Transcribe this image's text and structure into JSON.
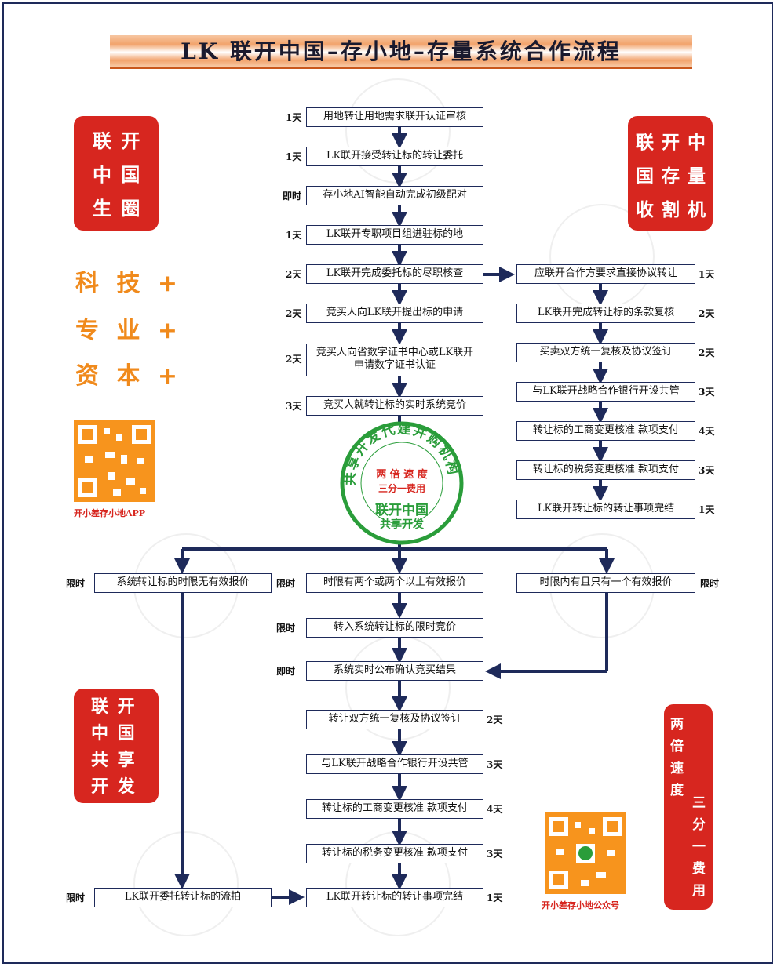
{
  "title": "LK 联开中国–存小地–存量系统合作流程",
  "left_red_top": [
    "联 开",
    "中 国",
    "生 圈"
  ],
  "right_red_top": [
    "联 开 中",
    "国 存 量",
    "收 割 机"
  ],
  "orange_tags": [
    "科 技 +",
    "专 业 +",
    "资 本 +"
  ],
  "qr_left_caption": "开小差存小地APP",
  "qr_right_caption": "开小差存小地公众号",
  "left_red_bottom": [
    "联 开",
    "中 国",
    "共 享",
    "开 发"
  ],
  "right_red_bottom_left": [
    "两",
    "倍",
    "速",
    "度"
  ],
  "right_red_bottom_right": [
    "三",
    "分",
    "一",
    "费",
    "用"
  ],
  "stamp": {
    "ring": "共享开发代建并购机构",
    "l1": "两 倍 速 度",
    "l2": "三分一费用",
    "l3": "联开中国",
    "l4": "共享开发"
  },
  "center_steps": [
    {
      "text": "用地转让用地需求联开认证审核",
      "time": "1天"
    },
    {
      "text": "LK联开接受转让标的转让委托",
      "time": "1天"
    },
    {
      "text": "存小地AI智能自动完成初级配对",
      "time": "即时"
    },
    {
      "text": "LK联开专职项目组进驻标的地",
      "time": "1天"
    },
    {
      "text": "LK联开完成委托标的尽职核查",
      "time": "2天"
    },
    {
      "text": "竞买人向LK联开提出标的申请",
      "time": "2天"
    },
    {
      "text": "竞买人向省数字证书中心或LK联开申请数字证书认证",
      "time": "2天"
    },
    {
      "text": "竞买人就转让标的实时系统竞价",
      "time": "3天"
    }
  ],
  "right_steps": [
    {
      "text": "应联开合作方要求直接协议转让",
      "time": "1天"
    },
    {
      "text": "LK联开完成转让标的条款复核",
      "time": "2天"
    },
    {
      "text": "买卖双方统一复核及协议签订",
      "time": "2天"
    },
    {
      "text": "与LK联开战略合作银行开设共管",
      "time": "3天"
    },
    {
      "text": "转让标的工商变更核准 款项支付",
      "time": "4天"
    },
    {
      "text": "转让标的税务变更核准 款项支付",
      "time": "3天"
    },
    {
      "text": "LK联开转让标的转让事项完结",
      "time": "1天"
    }
  ],
  "branch": [
    {
      "text": "系统转让标的时限无有效报价",
      "time": "限时"
    },
    {
      "text": "时限有两个或两个以上有效报价",
      "time": "限时"
    },
    {
      "text": "时限内有且只有一个有效报价",
      "time": "限时"
    }
  ],
  "bottom_steps": [
    {
      "text": "转入系统转让标的限时竞价",
      "time": "限时"
    },
    {
      "text": "系统实时公布确认竞买结果",
      "time": "即时"
    },
    {
      "text": "转让双方统一复核及协议签订",
      "time": "2天"
    },
    {
      "text": "与LK联开战略合作银行开设共管",
      "time": "3天"
    },
    {
      "text": "转让标的工商变更核准 款项支付",
      "time": "4天"
    },
    {
      "text": "转让标的税务变更核准 款项支付",
      "time": "3天"
    },
    {
      "text": "LK联开转让标的转让事项完结",
      "time": "1天"
    }
  ],
  "left_final": {
    "text": "LK联开委托转让标的流拍",
    "time": "限时"
  },
  "colors": {
    "navy": "#1e2a5a",
    "red": "#d7261f",
    "orange": "#f08a1c",
    "green": "#2a9d3a"
  }
}
